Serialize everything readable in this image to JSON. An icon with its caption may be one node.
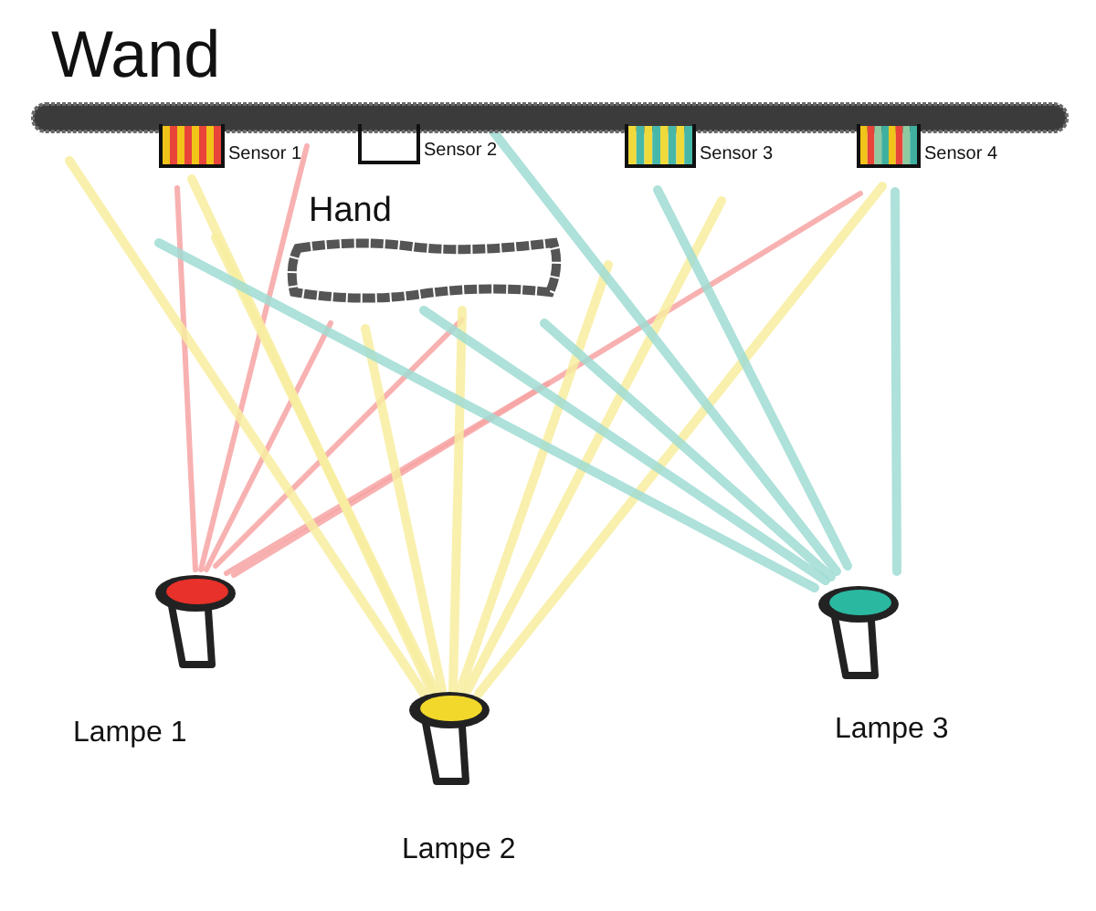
{
  "diagram": {
    "nodes": [
      {
        "text": [
          "Wand"
        ]
      },
      {
        "text": [],
        "shape": "box",
        "beside": [
          "Sensor 1"
        ]
      },
      {
        "text": [],
        "shape": "box",
        "beside": [
          "Sensor 2"
        ]
      },
      {
        "text": [],
        "shape": "box",
        "beside": [
          "Sensor 3"
        ]
      },
      {
        "text": [],
        "shape": "box",
        "beside": [
          "Sensor 4"
        ]
      },
      {
        "text": [
          "Hand"
        ]
      },
      {
        "text": [
          "Lampe 1"
        ]
      },
      {
        "text": [
          "Lampe 2"
        ]
      },
      {
        "text": [
          "Lampe 3"
        ]
      }
    ]
  }
}
